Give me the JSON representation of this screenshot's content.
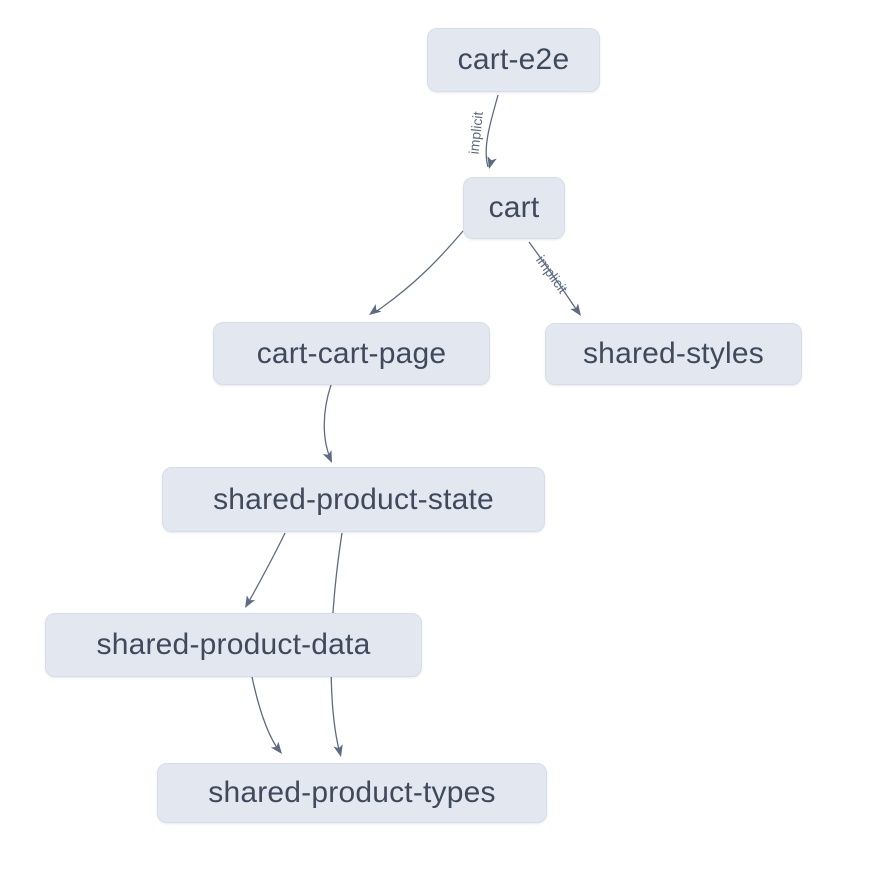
{
  "diagram": {
    "type": "dependency-graph",
    "background_color": "#ffffff",
    "node_fill_color": "#e3e7ef",
    "node_border_color": "#d8dee8",
    "node_text_color": "#3f4a5c",
    "edge_color": "#5d6b82",
    "nodes": [
      {
        "id": "cart-e2e",
        "label": "cart-e2e"
      },
      {
        "id": "cart",
        "label": "cart"
      },
      {
        "id": "cart-cart-page",
        "label": "cart-cart-page"
      },
      {
        "id": "shared-styles",
        "label": "shared-styles"
      },
      {
        "id": "shared-product-state",
        "label": "shared-product-state"
      },
      {
        "id": "shared-product-data",
        "label": "shared-product-data"
      },
      {
        "id": "shared-product-types",
        "label": "shared-product-types"
      }
    ],
    "edges": [
      {
        "from": "cart-e2e",
        "to": "cart",
        "label": "implicit"
      },
      {
        "from": "cart",
        "to": "cart-cart-page",
        "label": ""
      },
      {
        "from": "cart",
        "to": "shared-styles",
        "label": "implicit"
      },
      {
        "from": "cart-cart-page",
        "to": "shared-product-state",
        "label": ""
      },
      {
        "from": "shared-product-state",
        "to": "shared-product-data",
        "label": ""
      },
      {
        "from": "shared-product-state",
        "to": "shared-product-types",
        "label": ""
      },
      {
        "from": "shared-product-data",
        "to": "shared-product-types",
        "label": ""
      }
    ]
  }
}
